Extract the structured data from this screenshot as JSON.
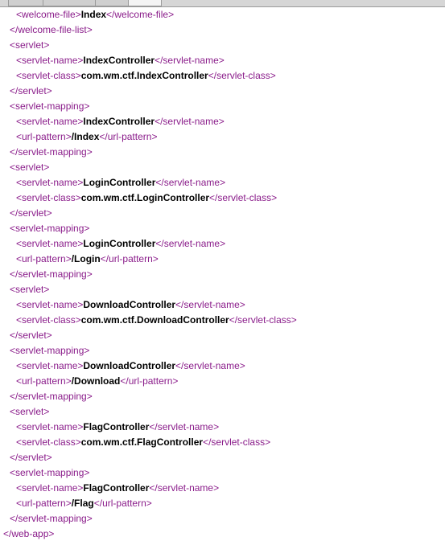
{
  "lines": [
    {
      "indent": 2,
      "kind": "elem",
      "tag": "welcome-file",
      "text": "Index"
    },
    {
      "indent": 1,
      "kind": "close",
      "tag": "welcome-file-list"
    },
    {
      "indent": 1,
      "kind": "open",
      "tag": "servlet"
    },
    {
      "indent": 2,
      "kind": "elem",
      "tag": "servlet-name",
      "text": "IndexController"
    },
    {
      "indent": 2,
      "kind": "elem",
      "tag": "servlet-class",
      "text": "com.wm.ctf.IndexController"
    },
    {
      "indent": 1,
      "kind": "close",
      "tag": "servlet"
    },
    {
      "indent": 1,
      "kind": "open",
      "tag": "servlet-mapping"
    },
    {
      "indent": 2,
      "kind": "elem",
      "tag": "servlet-name",
      "text": "IndexController"
    },
    {
      "indent": 2,
      "kind": "elem",
      "tag": "url-pattern",
      "text": "/Index"
    },
    {
      "indent": 1,
      "kind": "close",
      "tag": "servlet-mapping"
    },
    {
      "indent": 1,
      "kind": "open",
      "tag": "servlet"
    },
    {
      "indent": 2,
      "kind": "elem",
      "tag": "servlet-name",
      "text": "LoginController"
    },
    {
      "indent": 2,
      "kind": "elem",
      "tag": "servlet-class",
      "text": "com.wm.ctf.LoginController"
    },
    {
      "indent": 1,
      "kind": "close",
      "tag": "servlet"
    },
    {
      "indent": 1,
      "kind": "open",
      "tag": "servlet-mapping"
    },
    {
      "indent": 2,
      "kind": "elem",
      "tag": "servlet-name",
      "text": "LoginController"
    },
    {
      "indent": 2,
      "kind": "elem",
      "tag": "url-pattern",
      "text": "/Login"
    },
    {
      "indent": 1,
      "kind": "close",
      "tag": "servlet-mapping"
    },
    {
      "indent": 1,
      "kind": "open",
      "tag": "servlet"
    },
    {
      "indent": 2,
      "kind": "elem",
      "tag": "servlet-name",
      "text": "DownloadController"
    },
    {
      "indent": 2,
      "kind": "elem",
      "tag": "servlet-class",
      "text": "com.wm.ctf.DownloadController"
    },
    {
      "indent": 1,
      "kind": "close",
      "tag": "servlet"
    },
    {
      "indent": 1,
      "kind": "open",
      "tag": "servlet-mapping"
    },
    {
      "indent": 2,
      "kind": "elem",
      "tag": "servlet-name",
      "text": "DownloadController"
    },
    {
      "indent": 2,
      "kind": "elem",
      "tag": "url-pattern",
      "text": "/Download"
    },
    {
      "indent": 1,
      "kind": "close",
      "tag": "servlet-mapping"
    },
    {
      "indent": 1,
      "kind": "open",
      "tag": "servlet"
    },
    {
      "indent": 2,
      "kind": "elem",
      "tag": "servlet-name",
      "text": "FlagController"
    },
    {
      "indent": 2,
      "kind": "elem",
      "tag": "servlet-class",
      "text": "com.wm.ctf.FlagController"
    },
    {
      "indent": 1,
      "kind": "close",
      "tag": "servlet"
    },
    {
      "indent": 1,
      "kind": "open",
      "tag": "servlet-mapping"
    },
    {
      "indent": 2,
      "kind": "elem",
      "tag": "servlet-name",
      "text": "FlagController"
    },
    {
      "indent": 2,
      "kind": "elem",
      "tag": "url-pattern",
      "text": "/Flag"
    },
    {
      "indent": 1,
      "kind": "close",
      "tag": "servlet-mapping"
    },
    {
      "indent": 0,
      "kind": "close",
      "tag": "web-app"
    }
  ],
  "colors": {
    "tag": "#8a1c8a",
    "value": "#000000"
  }
}
